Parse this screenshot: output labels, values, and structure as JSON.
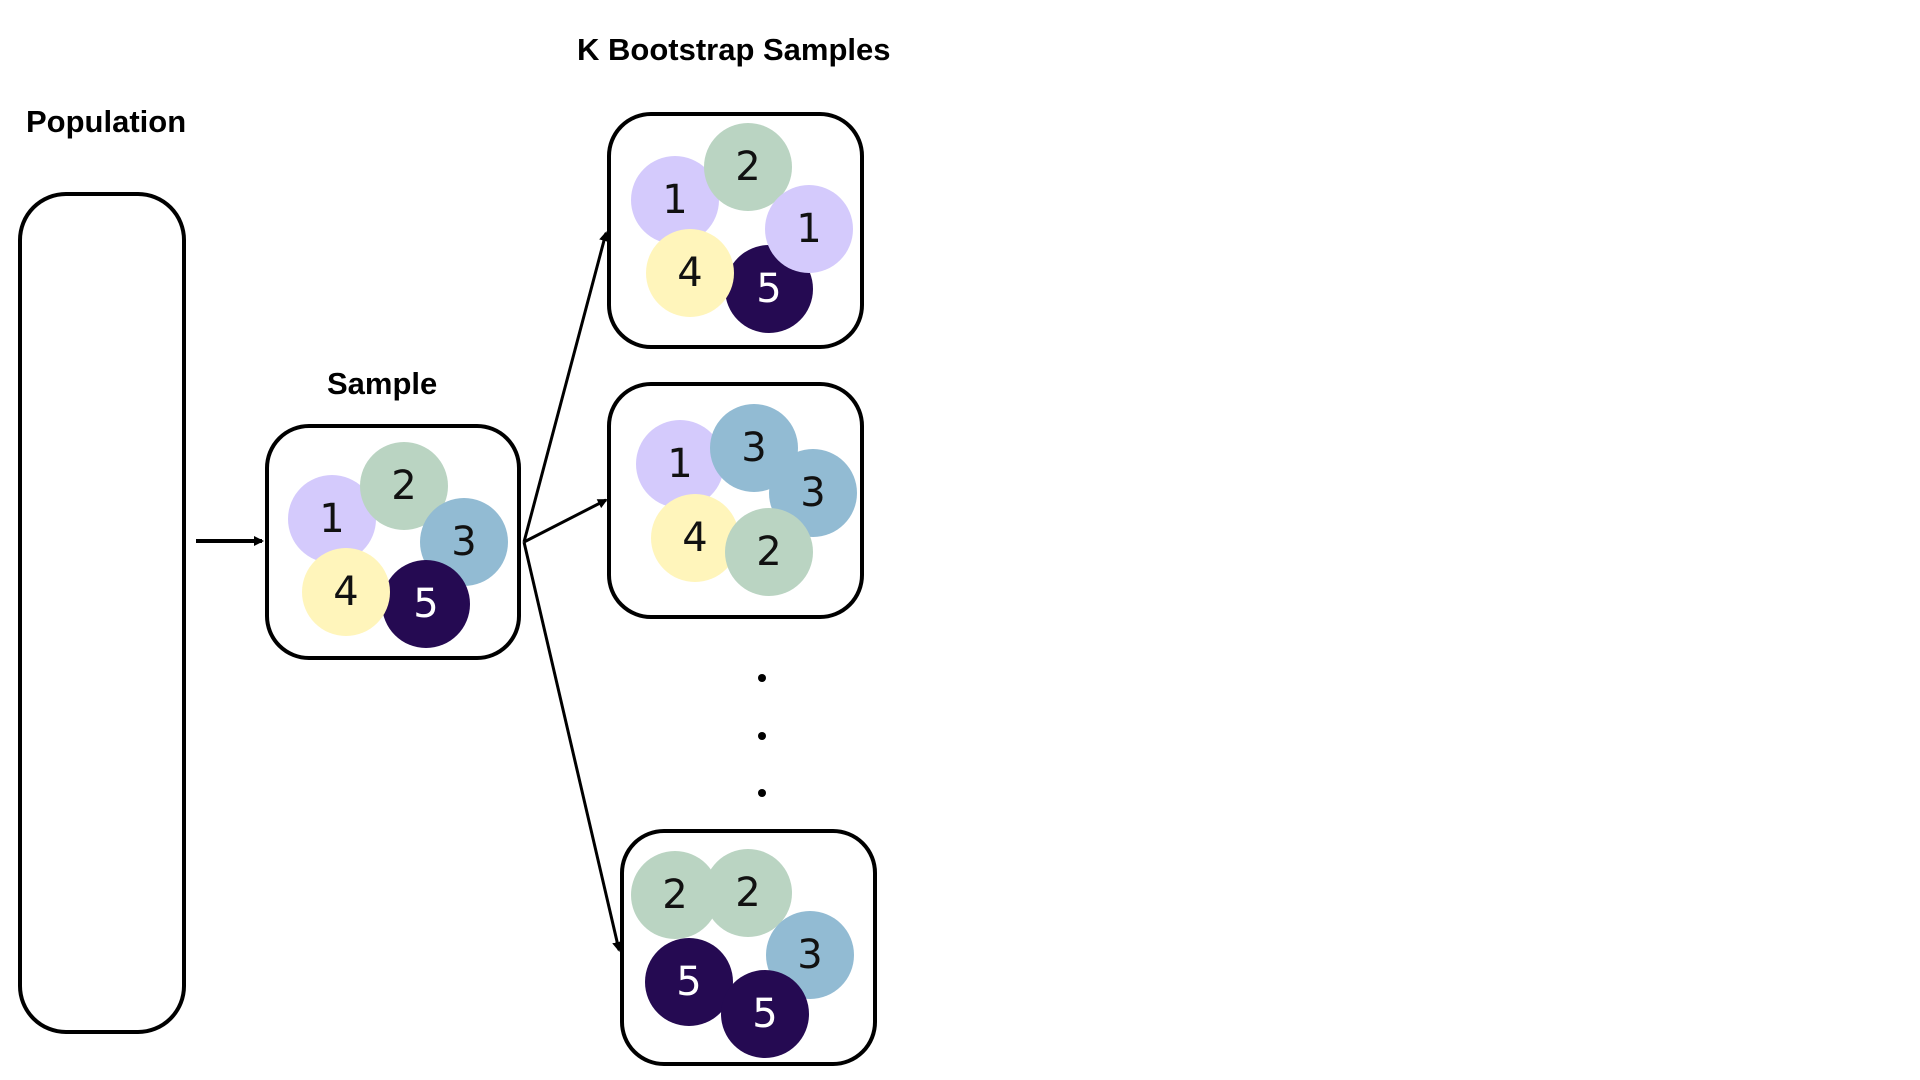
{
  "titles": {
    "population": "Population",
    "sample": "Sample",
    "bootstrap": "K Bootstrap Samples"
  },
  "colors": {
    "1": "#d4cafc",
    "2": "#bad4c2",
    "3": "#92bbd3",
    "4": "#fff5bb",
    "5": "#250a52"
  },
  "sample": {
    "balls": [
      {
        "value": "1"
      },
      {
        "value": "2"
      },
      {
        "value": "3"
      },
      {
        "value": "4"
      },
      {
        "value": "5"
      }
    ]
  },
  "bootstrap_samples": [
    {
      "balls": [
        {
          "value": "1"
        },
        {
          "value": "2"
        },
        {
          "value": "1"
        },
        {
          "value": "4"
        },
        {
          "value": "5"
        }
      ]
    },
    {
      "balls": [
        {
          "value": "1"
        },
        {
          "value": "3"
        },
        {
          "value": "3"
        },
        {
          "value": "4"
        },
        {
          "value": "2"
        }
      ]
    },
    {
      "balls": [
        {
          "value": "2"
        },
        {
          "value": "2"
        },
        {
          "value": "3"
        },
        {
          "value": "5"
        },
        {
          "value": "5"
        }
      ]
    }
  ],
  "ellipsis": "…"
}
